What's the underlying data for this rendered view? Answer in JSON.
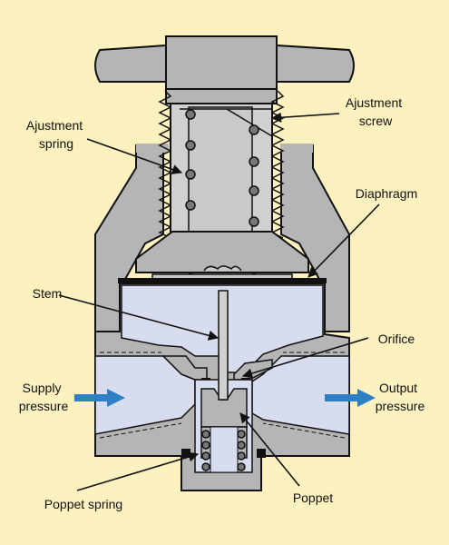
{
  "diagram": {
    "background": "#fdf1c0",
    "colors": {
      "body_gray": "#b5b5b5",
      "fluid_blue": "#d8dcef",
      "stroke": "#111111",
      "arrow_blue": "#2e7fc4"
    },
    "labels": {
      "adjustment_spring": [
        "Ajustment",
        "spring"
      ],
      "adjustment_screw": [
        "Ajustment",
        "screw"
      ],
      "diaphragm": [
        "Diaphragm"
      ],
      "stem": [
        "Stem"
      ],
      "orifice": [
        "Orifice"
      ],
      "supply_pressure": [
        "Supply",
        "pressure"
      ],
      "output_pressure": [
        "Output",
        "pressure"
      ],
      "poppet_spring": [
        "Poppet spring"
      ],
      "poppet": [
        "Poppet"
      ]
    }
  }
}
